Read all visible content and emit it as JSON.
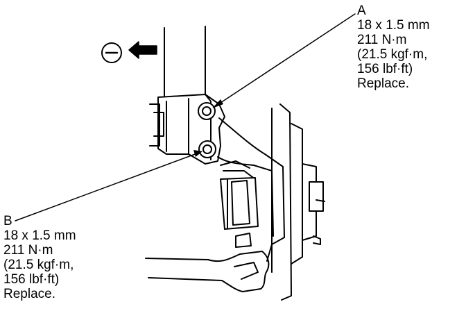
{
  "callouts": {
    "a": {
      "letter": "A",
      "size": "18 x 1.5 mm",
      "torque_nm": "211 N·m",
      "torque_kgf": "(21.5 kgf·m,",
      "torque_lbf": "156 lbf·ft)",
      "note": "Replace."
    },
    "b": {
      "letter": "B",
      "size": "18 x 1.5 mm",
      "torque_nm": "211 N·m",
      "torque_kgf": "(21.5 kgf·m,",
      "torque_lbf": "156 lbf·ft)",
      "note": "Replace."
    }
  },
  "direction_symbol": "minus-sign-icon"
}
